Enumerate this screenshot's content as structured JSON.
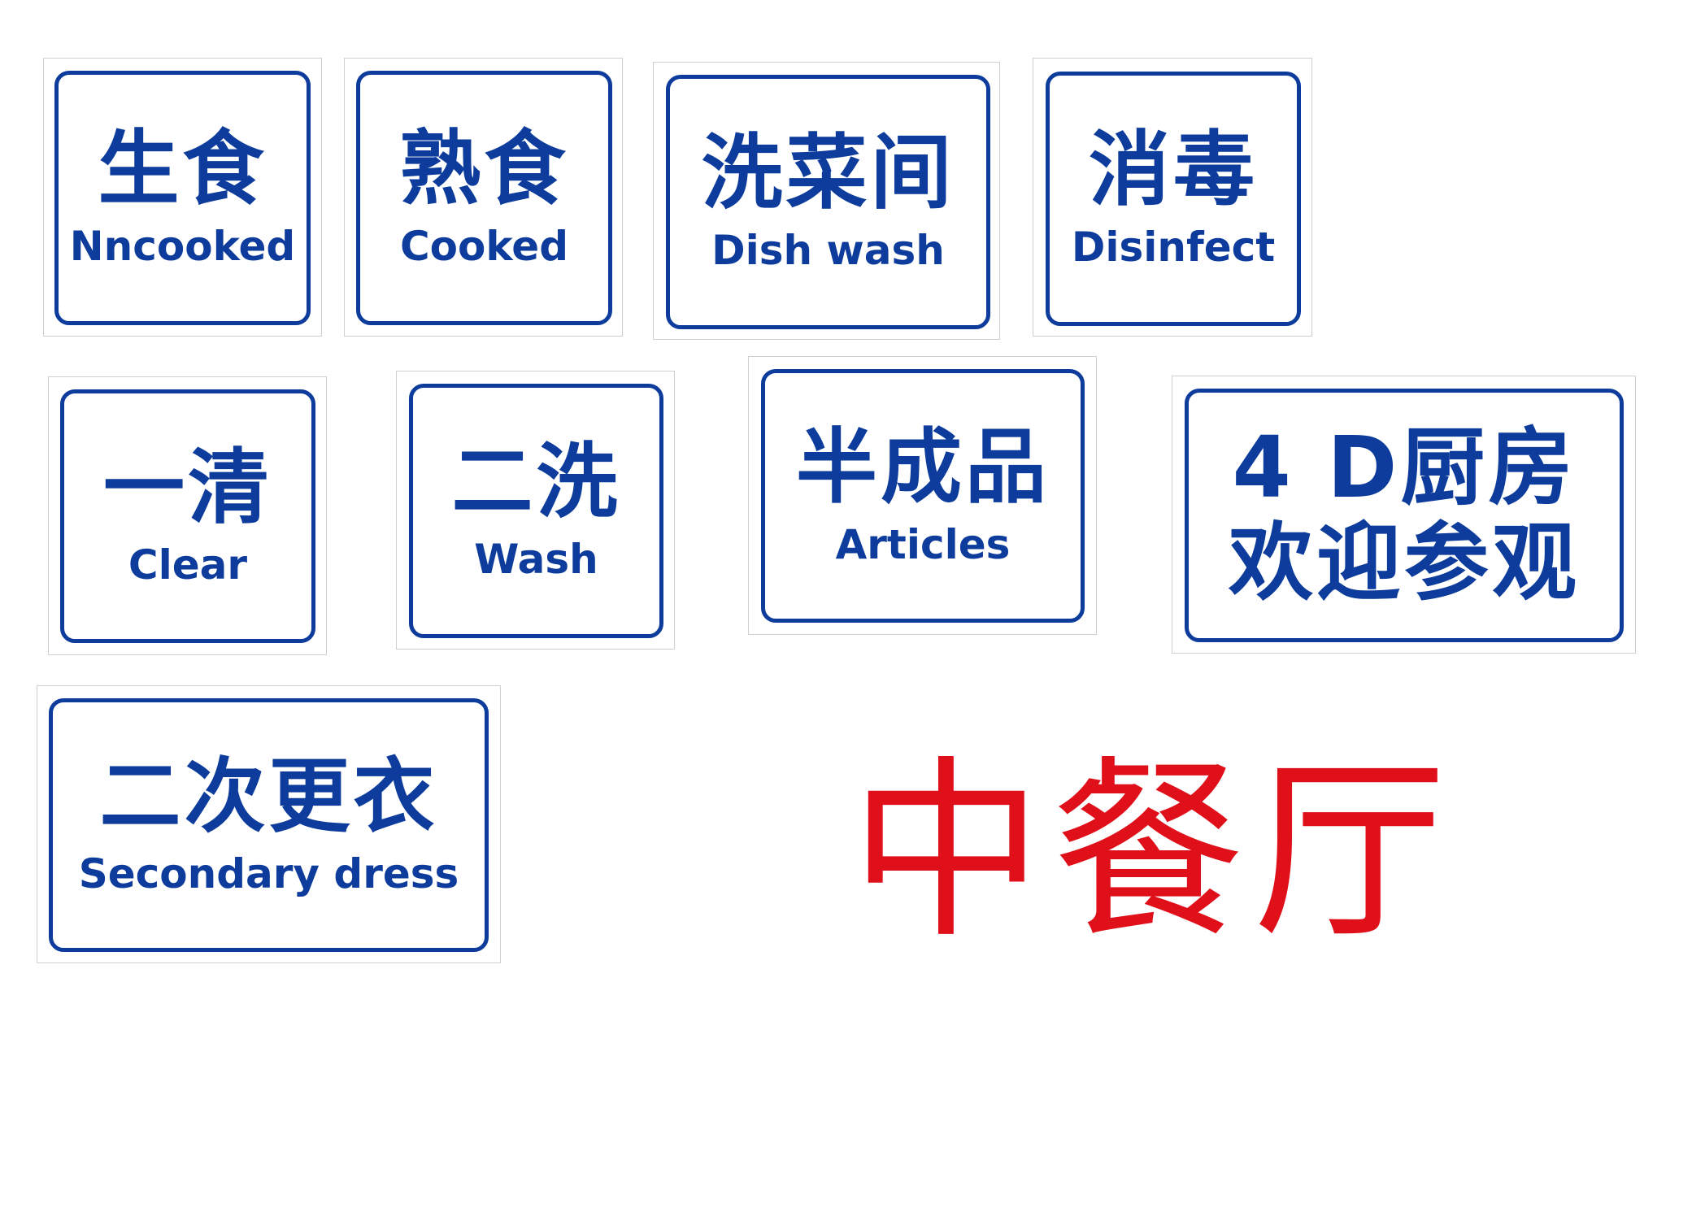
{
  "colors": {
    "sign_blue": "#0d3c9c",
    "title_red": "#e0101a",
    "frame_gray": "#cfcfcf"
  },
  "signs": [
    {
      "cn": "生食",
      "en": "Nncooked"
    },
    {
      "cn": "熟食",
      "en": "Cooked"
    },
    {
      "cn": "洗菜间",
      "en": "Dish wash"
    },
    {
      "cn": "消毒",
      "en": "Disinfect"
    },
    {
      "cn": "一清",
      "en": "Clear"
    },
    {
      "cn": "二洗",
      "en": "Wash"
    },
    {
      "cn": "半成品",
      "en": "Articles"
    },
    {
      "cn_line1": "4 D厨房",
      "cn_line2": "欢迎参观"
    },
    {
      "cn": "二次更衣",
      "en": "Secondary dress"
    }
  ],
  "title": "中餐厅"
}
